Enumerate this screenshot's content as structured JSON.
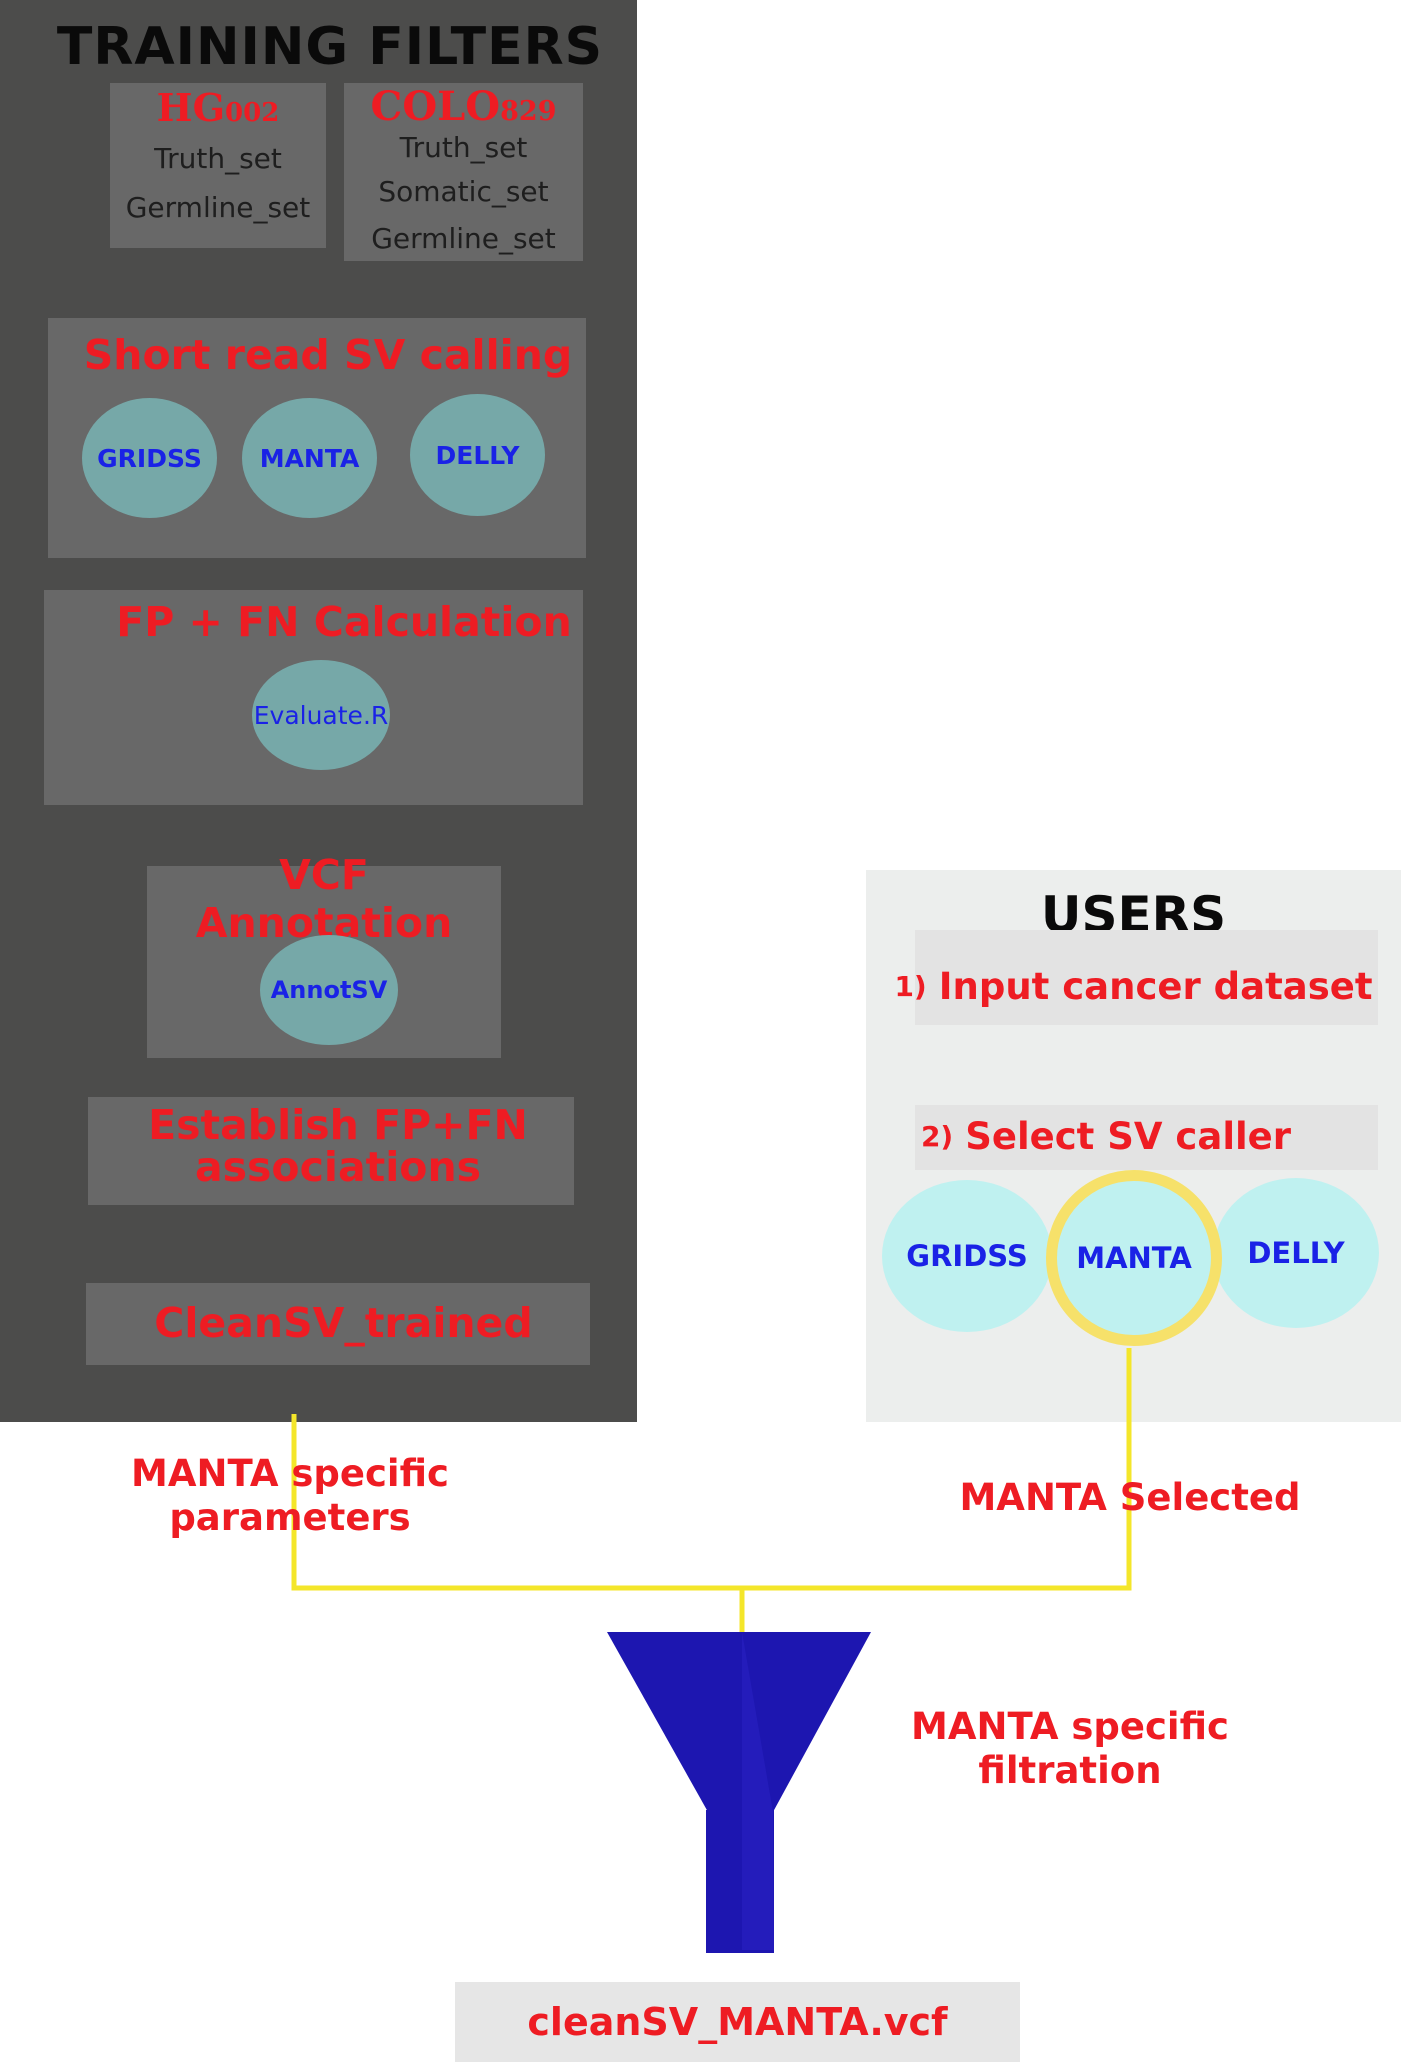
{
  "training": {
    "title": "TRAINING FILTERS",
    "hg002": {
      "title": "HG002",
      "items": [
        "Truth_set",
        "Germline_set"
      ]
    },
    "colo829": {
      "title": "COLO829",
      "items": [
        "Truth_set",
        "Somatic_set",
        "Germline_set"
      ]
    },
    "short_read": {
      "title": "Short read SV calling",
      "callers": [
        "GRIDSS",
        "MANTA",
        "DELLY"
      ]
    },
    "fp_fn": {
      "title": "FP + FN Calculation",
      "tool": "Evaluate.R"
    },
    "vcf": {
      "title": "VCF Annotation",
      "tool": "AnnotSV"
    },
    "establish": {
      "line1": "Establish FP+FN",
      "line2": "associations"
    },
    "cleansv": {
      "label": "CleanSV_trained"
    }
  },
  "users": {
    "title": "USERS",
    "step1": {
      "num": "1)",
      "label": "Input cancer dataset"
    },
    "step2": {
      "num": "2)",
      "label": "Select SV caller"
    },
    "callers": [
      "GRIDSS",
      "MANTA",
      "DELLY"
    ],
    "selected": "MANTA"
  },
  "flow": {
    "params_line1": "MANTA specific",
    "params_line2": "parameters",
    "selected_label": "MANTA Selected",
    "filtration_line1": "MANTA specific",
    "filtration_line2": "filtration"
  },
  "output": {
    "label": "cleanSV_MANTA.vcf"
  },
  "colors": {
    "panel": "#4c4c4b",
    "box": "#686868",
    "red_text": "#ee1c23",
    "blue_text": "#1a22e6",
    "circle_training": "#76a8a8",
    "circle_users": "#bff1f0",
    "highlight_ring": "#f6e16a",
    "connector": "#f4e62a",
    "funnel": "#1d16b0"
  }
}
